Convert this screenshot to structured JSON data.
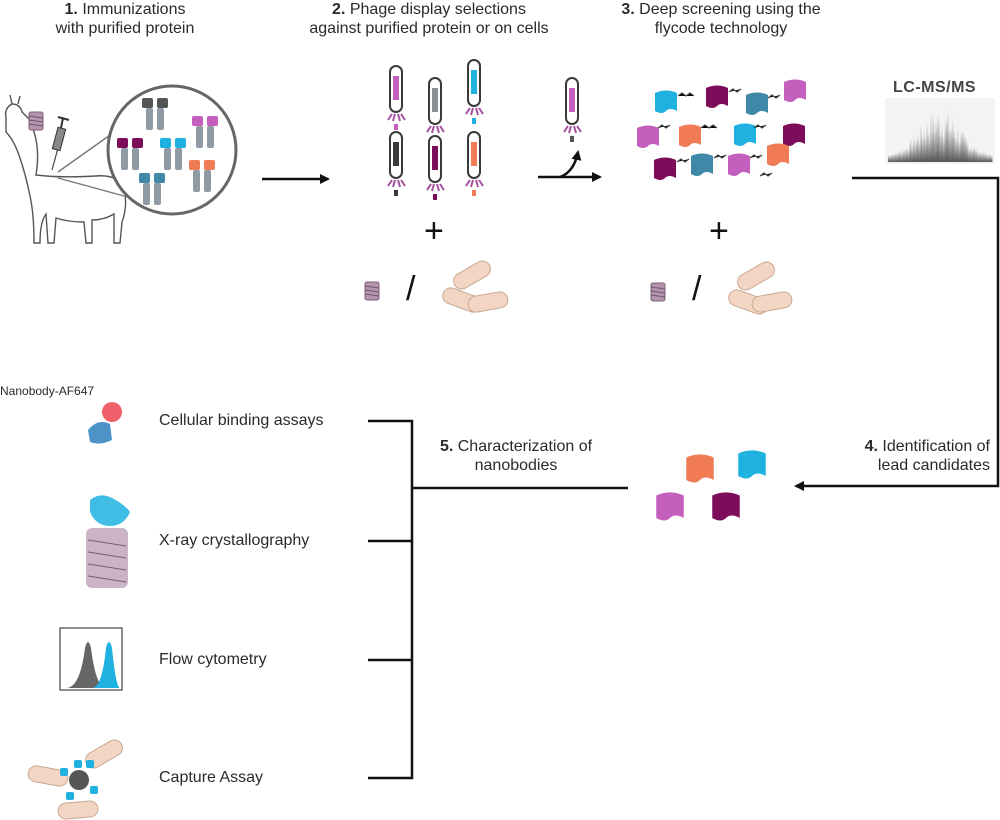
{
  "steps": {
    "s1": {
      "num": "1.",
      "line1": "Immunizations",
      "line2": "with purified protein"
    },
    "s2": {
      "num": "2.",
      "line1": "Phage display selections",
      "line2": "against purified protein or on cells"
    },
    "s3": {
      "num": "3.",
      "line1": "Deep screening using the",
      "line2": "flycode technology"
    },
    "s4": {
      "num": "4.",
      "line1": "Identification of",
      "line2": "lead candidates"
    },
    "s5": {
      "num": "5.",
      "line1": "Characterization of",
      "line2": "nanobodies"
    }
  },
  "lcms_label": "LC-MS/MS",
  "plus": "+",
  "slash": "/",
  "nanobody_label": "Nanobody-AF647",
  "assays": [
    "Cellular binding assays",
    "X-ray crystallography",
    "Flow cytometry",
    "Capture Assay"
  ],
  "colors": {
    "magenta": "#c45fbd",
    "purple": "#7d0d5a",
    "cyan": "#1fb1e0",
    "teal": "#3f88a8",
    "orange": "#f07b55",
    "gray": "#8a8f96",
    "dark": "#1e1e1e",
    "bacteria": "#f2d6c3",
    "protein": "#b494ad"
  }
}
